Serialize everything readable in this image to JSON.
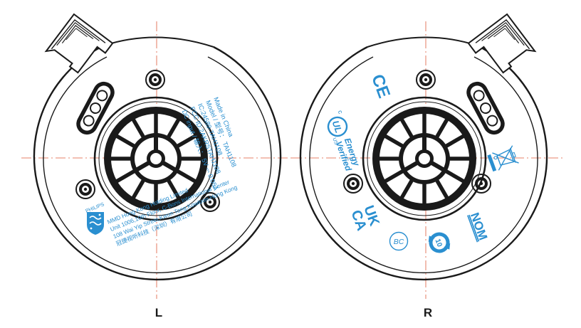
{
  "panels": {
    "left": {
      "label": "L",
      "brand": "PHILIPS",
      "address_lines": [
        "MMD Hong Kong Holding Limited",
        "Unit 1006,10th Floor, C-Bons International Center",
        "108 Wai Yip Street,Kwun Tong,Kowloon,Hong Kong",
        "冠捷视听科技（深圳）有限公司"
      ],
      "spec_lines": [
        "Made in China",
        "Model / 型号： TAH1108",
        "IC:24589-TAH1108",
        "FCC ID:2AKRSTAH1108",
        "DC input / 输入： 5V ⎓ 0.05A"
      ]
    },
    "right": {
      "label": "R",
      "ce_mark": "CE",
      "ul_c": "c",
      "ul_mark": "UL",
      "ul_us": "US",
      "energy_line1": "Energy",
      "energy_line2": "Verified",
      "ukca_top": "UK",
      "ukca_bottom": "CA",
      "bc_mark": "BC",
      "nom_mark": "NOM",
      "rohs_years": "10"
    }
  },
  "colors": {
    "line": "#1a1a1a",
    "accent": "#2a8fd0",
    "guide": "#e05a3a"
  }
}
